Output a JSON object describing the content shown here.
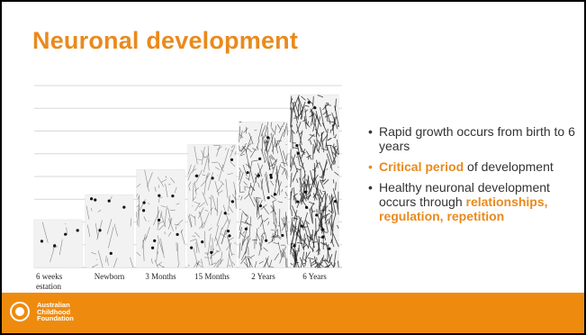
{
  "slide": {
    "title": "Neuronal development",
    "bullets": [
      {
        "text": "Rapid growth occurs from birth to 6 years"
      },
      {
        "highlight": "Critical period",
        "rest": " of development"
      },
      {
        "lead": "Healthy neuronal development occurs through ",
        "highlight": "relationships, regulation, repetition"
      }
    ],
    "footer": {
      "logo_icon": "heart-in-circle-icon",
      "logo_lines": [
        "Australian",
        "Childhood",
        "Foundation"
      ]
    }
  },
  "colors": {
    "accent": "#E98A1D",
    "footer": "#EE8B0F",
    "text": "#333333"
  },
  "chart_data": {
    "type": "bar",
    "categories": [
      "6 weeks gestation",
      "Newborn",
      "3 Months",
      "15 Months",
      "2 Years",
      "6 Years"
    ],
    "values": [
      2.1,
      3.2,
      4.3,
      5.4,
      6.4,
      7.6
    ],
    "ylim": [
      0,
      8
    ],
    "grid": true,
    "tick_labels": [
      "6 weeks",
      "estation",
      "Newborn",
      "3 Months",
      "15 Months",
      "2 Years",
      "6 Years"
    ],
    "xlabel": "",
    "ylabel": ""
  }
}
